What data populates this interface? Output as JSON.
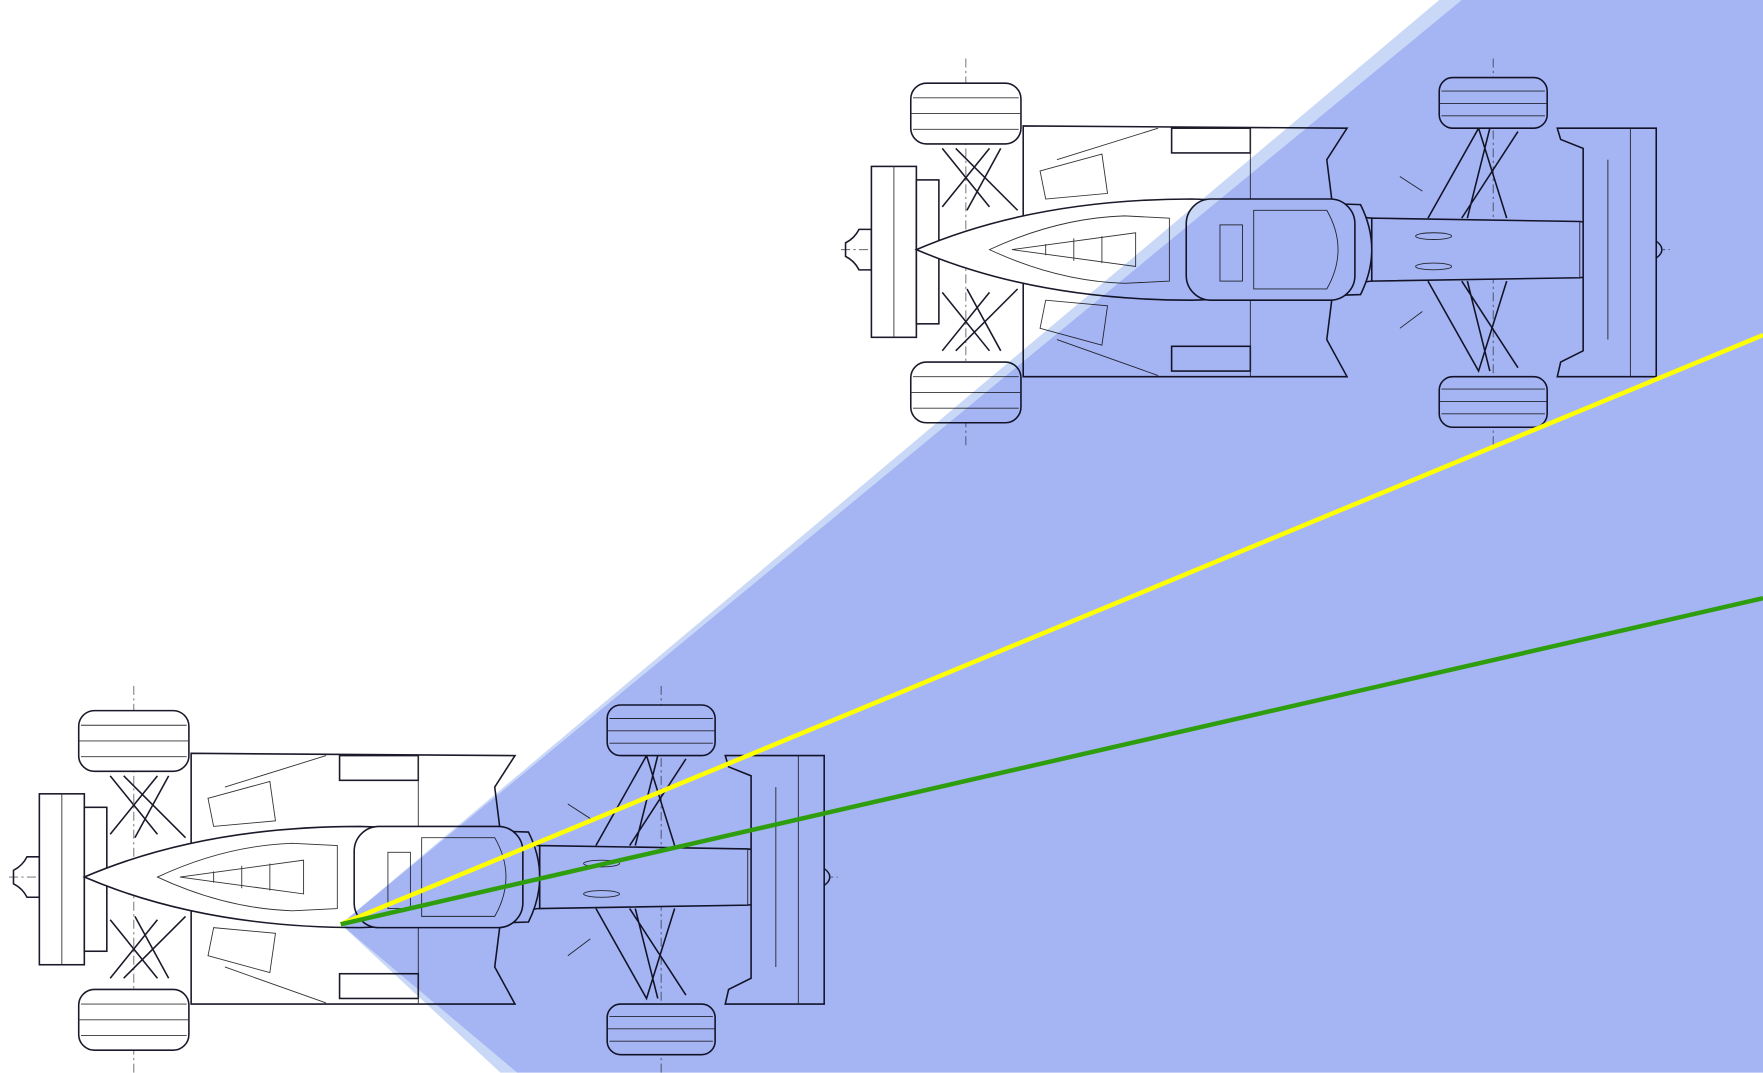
{
  "diagram": {
    "description_free": true,
    "colors": {
      "cone_fill": "#d2d6fb",
      "cone_edge": "#c6d6f6",
      "yellow_line": "#ffff00",
      "green_line": "#2f9e0e",
      "drawing_ink": "#1a1a2a",
      "background": "#ffffff"
    },
    "elements": [
      "rear-car",
      "front-car",
      "field-of-view-cone",
      "yellow-sight-line",
      "green-sight-line"
    ]
  }
}
